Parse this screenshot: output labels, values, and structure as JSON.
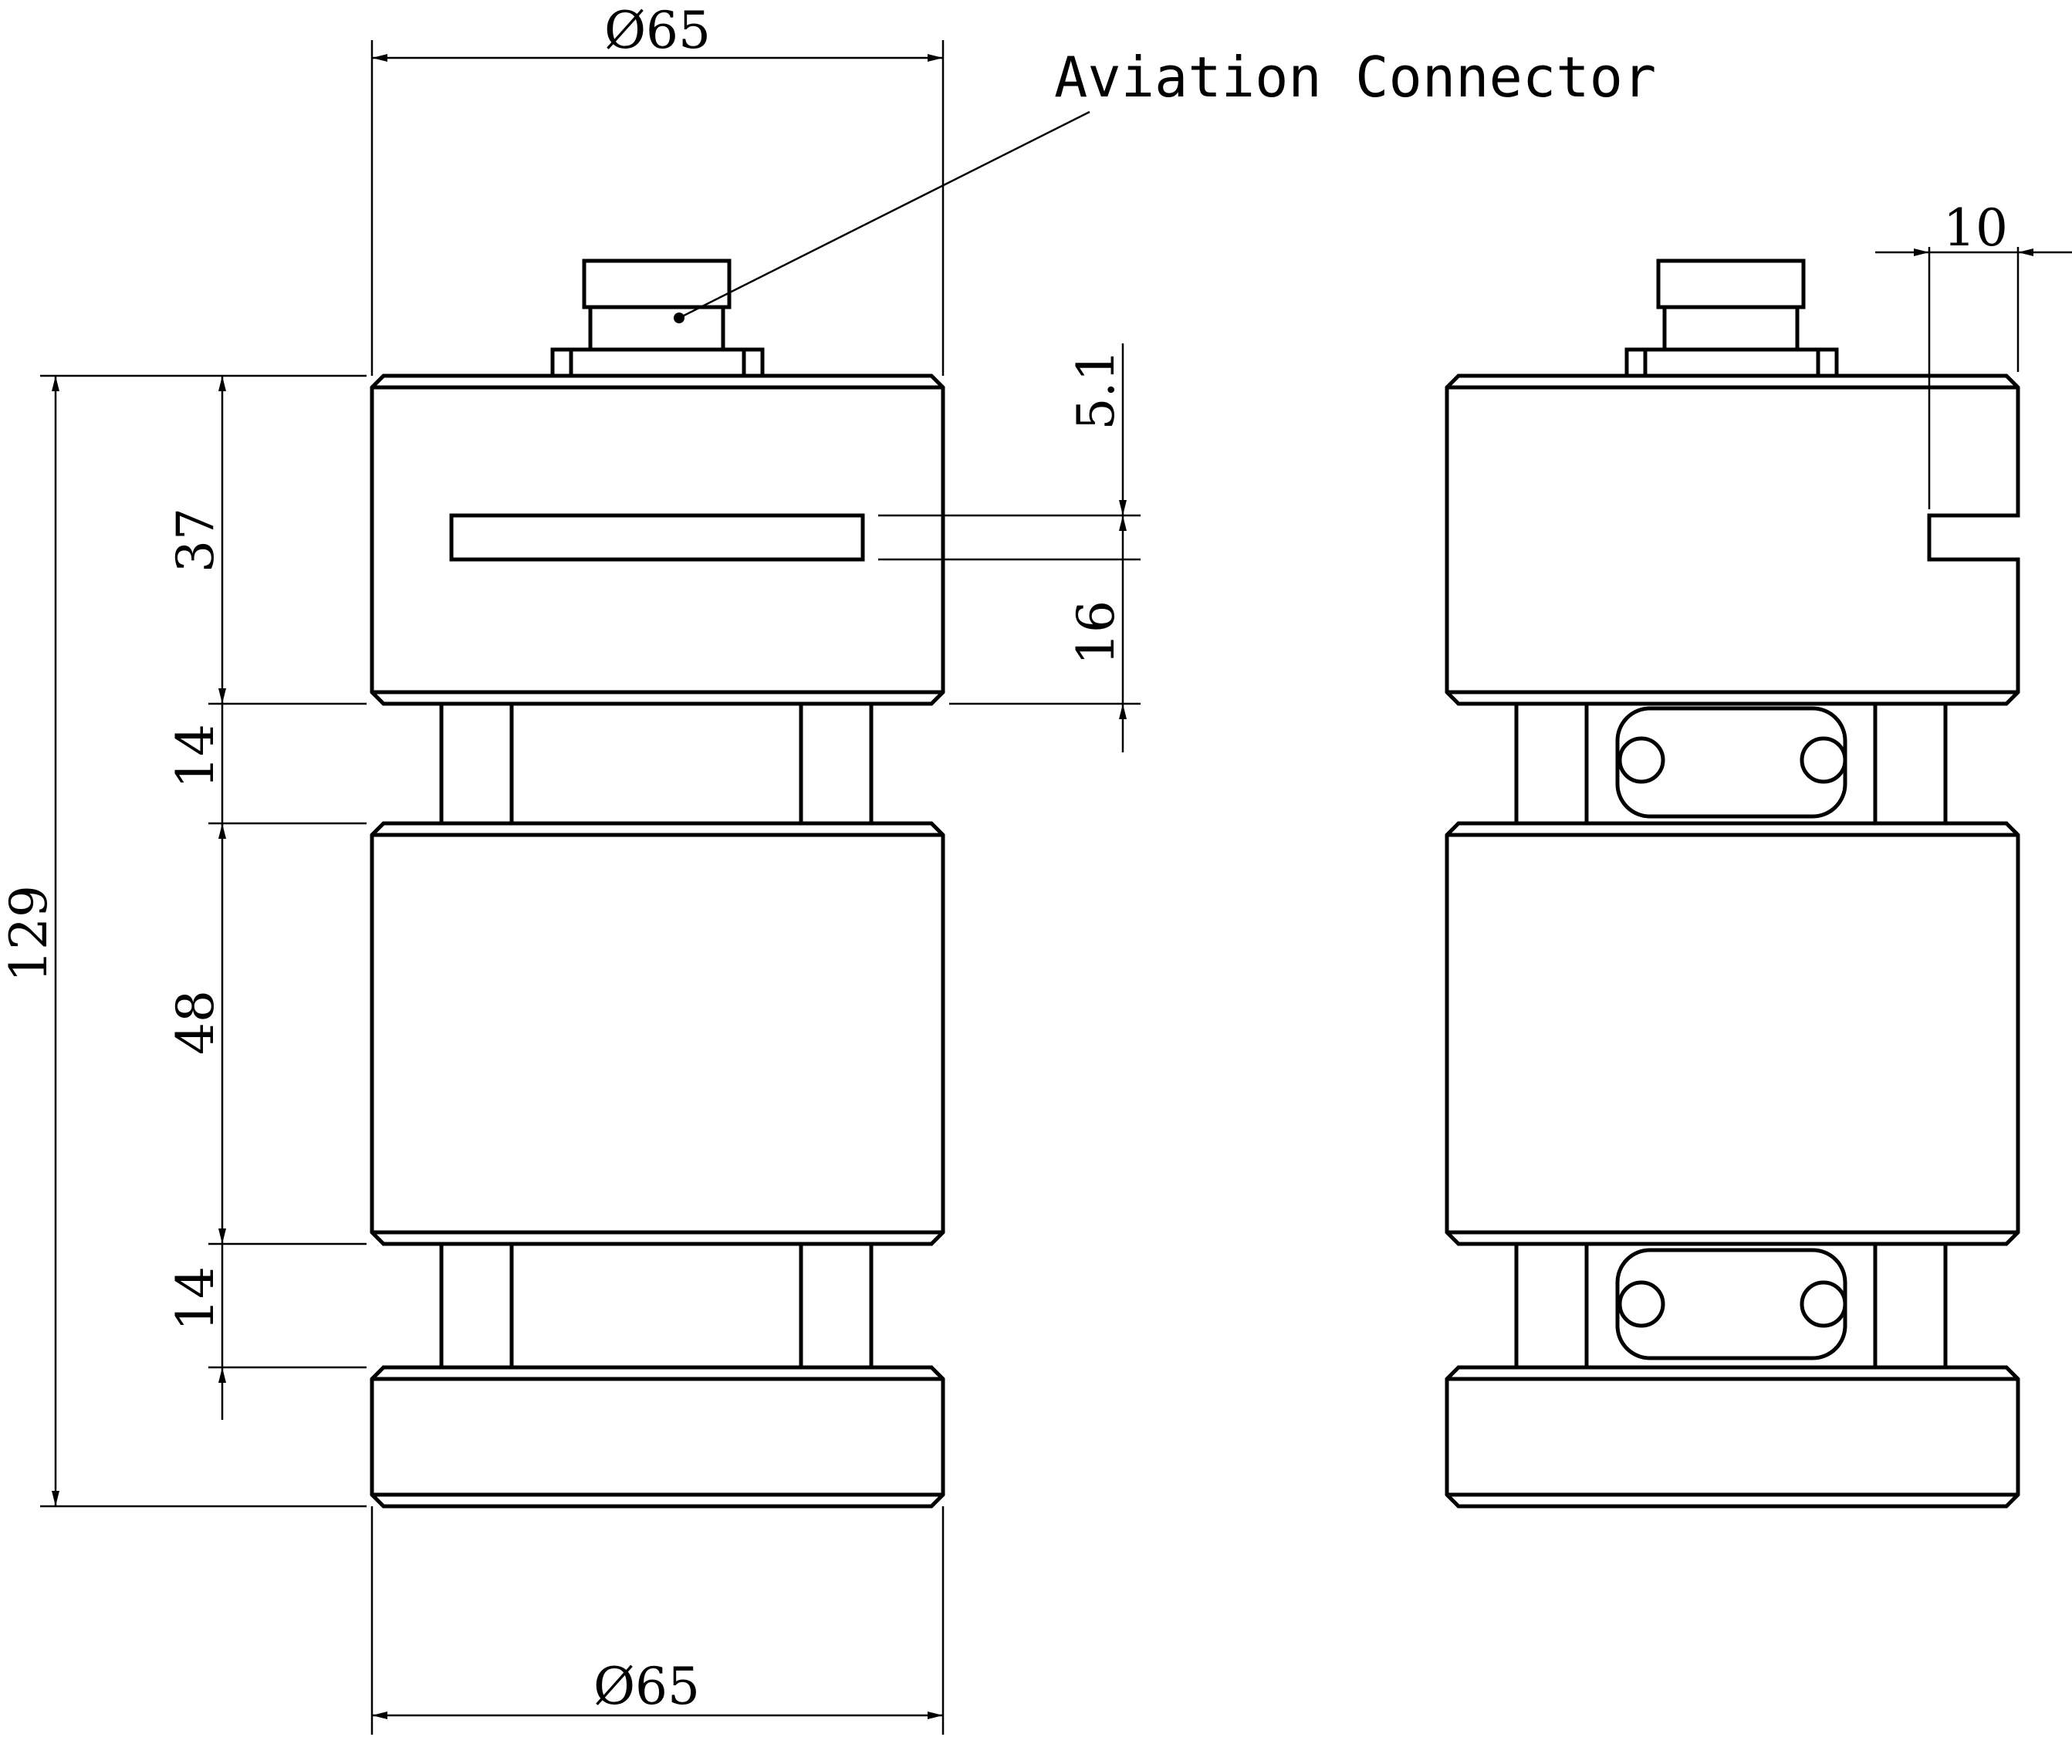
{
  "labels": {
    "callout": "Aviation Connector"
  },
  "dimensions": {
    "diameter_top": "Ø65",
    "diameter_bottom": "Ø65",
    "overall_height": "129",
    "top_block_height": "37",
    "gap_upper": "14",
    "middle_block_height": "48",
    "gap_lower": "14",
    "slot_offset": "5.1",
    "slot_to_bottom": "16",
    "slot_depth": "10"
  }
}
